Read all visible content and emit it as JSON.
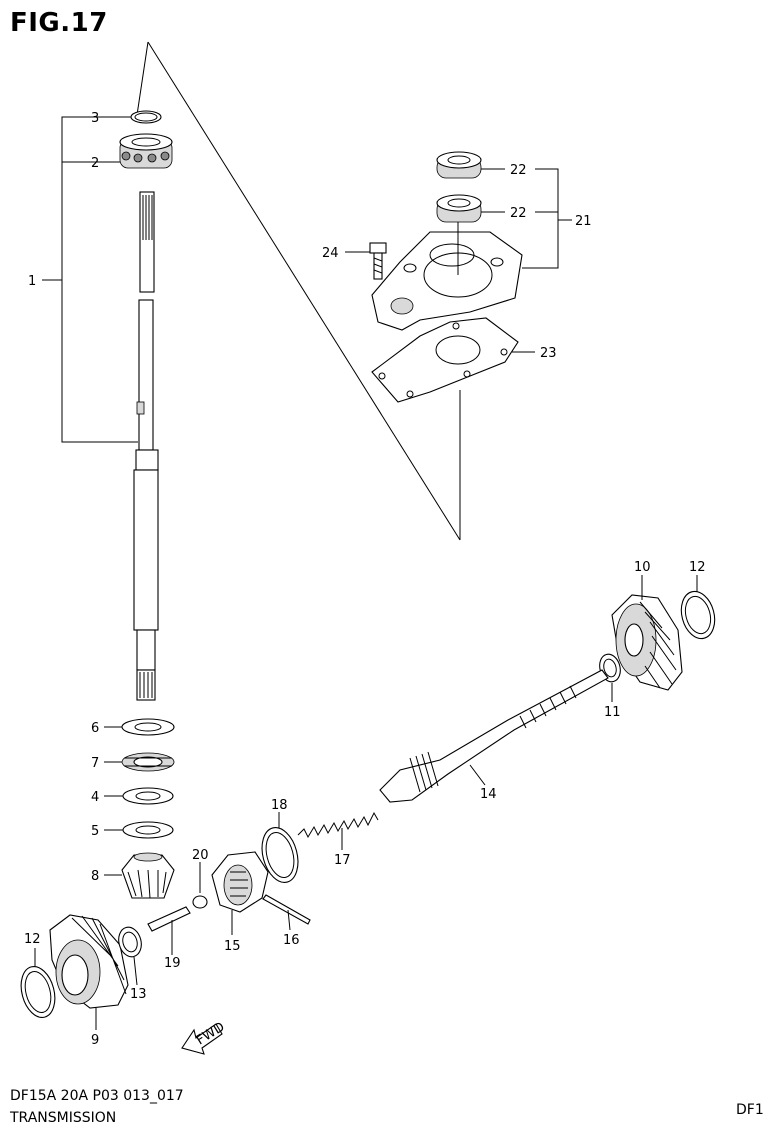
{
  "figure": {
    "title": "FIG.17",
    "footer_code": "DF15A 20A P03 013_017",
    "footer_name": "TRANSMISSION",
    "footer_right": "DF1"
  },
  "callouts": {
    "c1": "1",
    "c2": "2",
    "c3": "3",
    "c4": "4",
    "c5": "5",
    "c6": "6",
    "c7": "7",
    "c8": "8",
    "c9": "9",
    "c10": "10",
    "c11": "11",
    "c12a": "12",
    "c12b": "12",
    "c13": "13",
    "c14": "14",
    "c15": "15",
    "c16": "16",
    "c17": "17",
    "c18": "18",
    "c19": "19",
    "c20": "20",
    "c21": "21",
    "c22a": "22",
    "c22b": "22",
    "c23": "23",
    "c24": "24"
  },
  "fwd_arrow_label": "FWD"
}
